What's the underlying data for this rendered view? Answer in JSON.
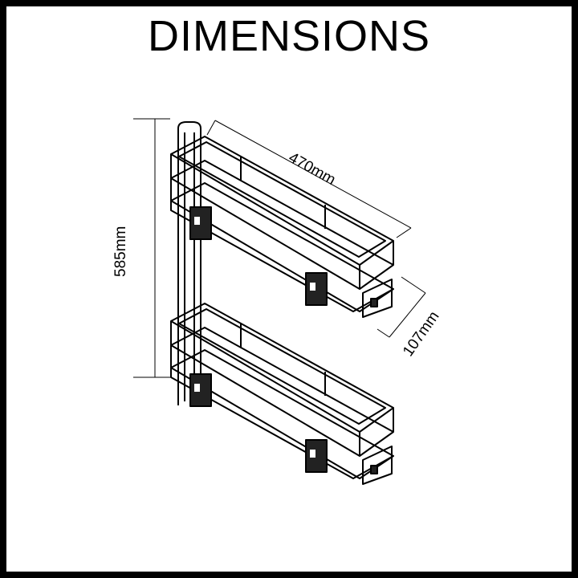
{
  "title": "DIMENSIONS",
  "dimensions": {
    "width": "470mm",
    "height": "585mm",
    "depth": "107mm"
  }
}
